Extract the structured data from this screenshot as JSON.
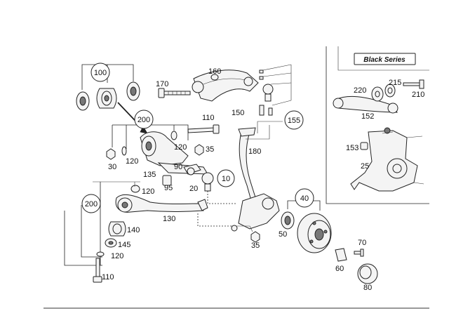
{
  "inset": {
    "title": "Black Series"
  },
  "callouts": {
    "c100": "100",
    "c200a": "200",
    "c200b": "200",
    "c10": "10",
    "c40": "40",
    "c155": "155"
  },
  "labels": {
    "l170": "170",
    "l160": "160",
    "l150": "150",
    "l110a": "110",
    "l120a": "120",
    "l35a": "35",
    "l180": "180",
    "l30": "30",
    "l120b": "120",
    "l90": "90",
    "l135": "135",
    "l95": "95",
    "l20": "20",
    "l120c": "120",
    "l130": "130",
    "l140": "140",
    "l145": "145",
    "l120d": "120",
    "l110b": "110",
    "l35b": "35",
    "l50": "50",
    "l70": "70",
    "l60": "60",
    "l80": "80",
    "l215": "215",
    "l220": "220",
    "l210": "210",
    "l152": "152",
    "l153": "153",
    "l25": "25"
  }
}
